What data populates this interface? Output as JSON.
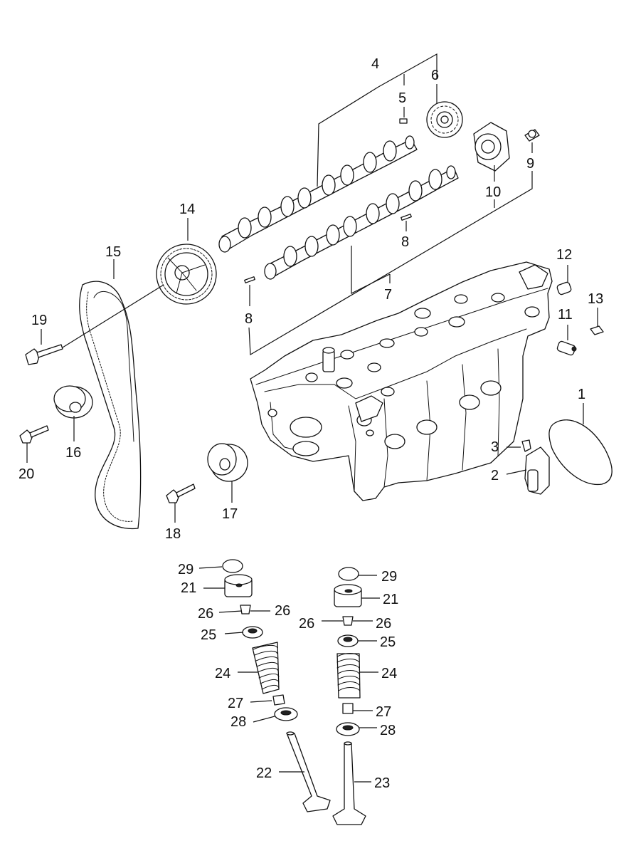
{
  "callouts": {
    "c1": "1",
    "c2": "2",
    "c3": "3",
    "c4": "4",
    "c5": "5",
    "c6": "6",
    "c7": "7",
    "c8a": "8",
    "c8b": "8",
    "c9": "9",
    "c10": "10",
    "c11": "11",
    "c12": "12",
    "c13": "13",
    "c14": "14",
    "c15": "15",
    "c16": "16",
    "c17": "17",
    "c18": "18",
    "c19": "19",
    "c20": "20",
    "c21a": "21",
    "c21b": "21",
    "c22": "22",
    "c23": "23",
    "c24a": "24",
    "c24b": "24",
    "c25a": "25",
    "c25b": "25",
    "c26a": "26",
    "c26b": "26",
    "c26c": "26",
    "c26d": "26",
    "c27a": "27",
    "c27b": "27",
    "c28a": "28",
    "c28b": "28",
    "c29a": "29",
    "c29b": "29"
  }
}
